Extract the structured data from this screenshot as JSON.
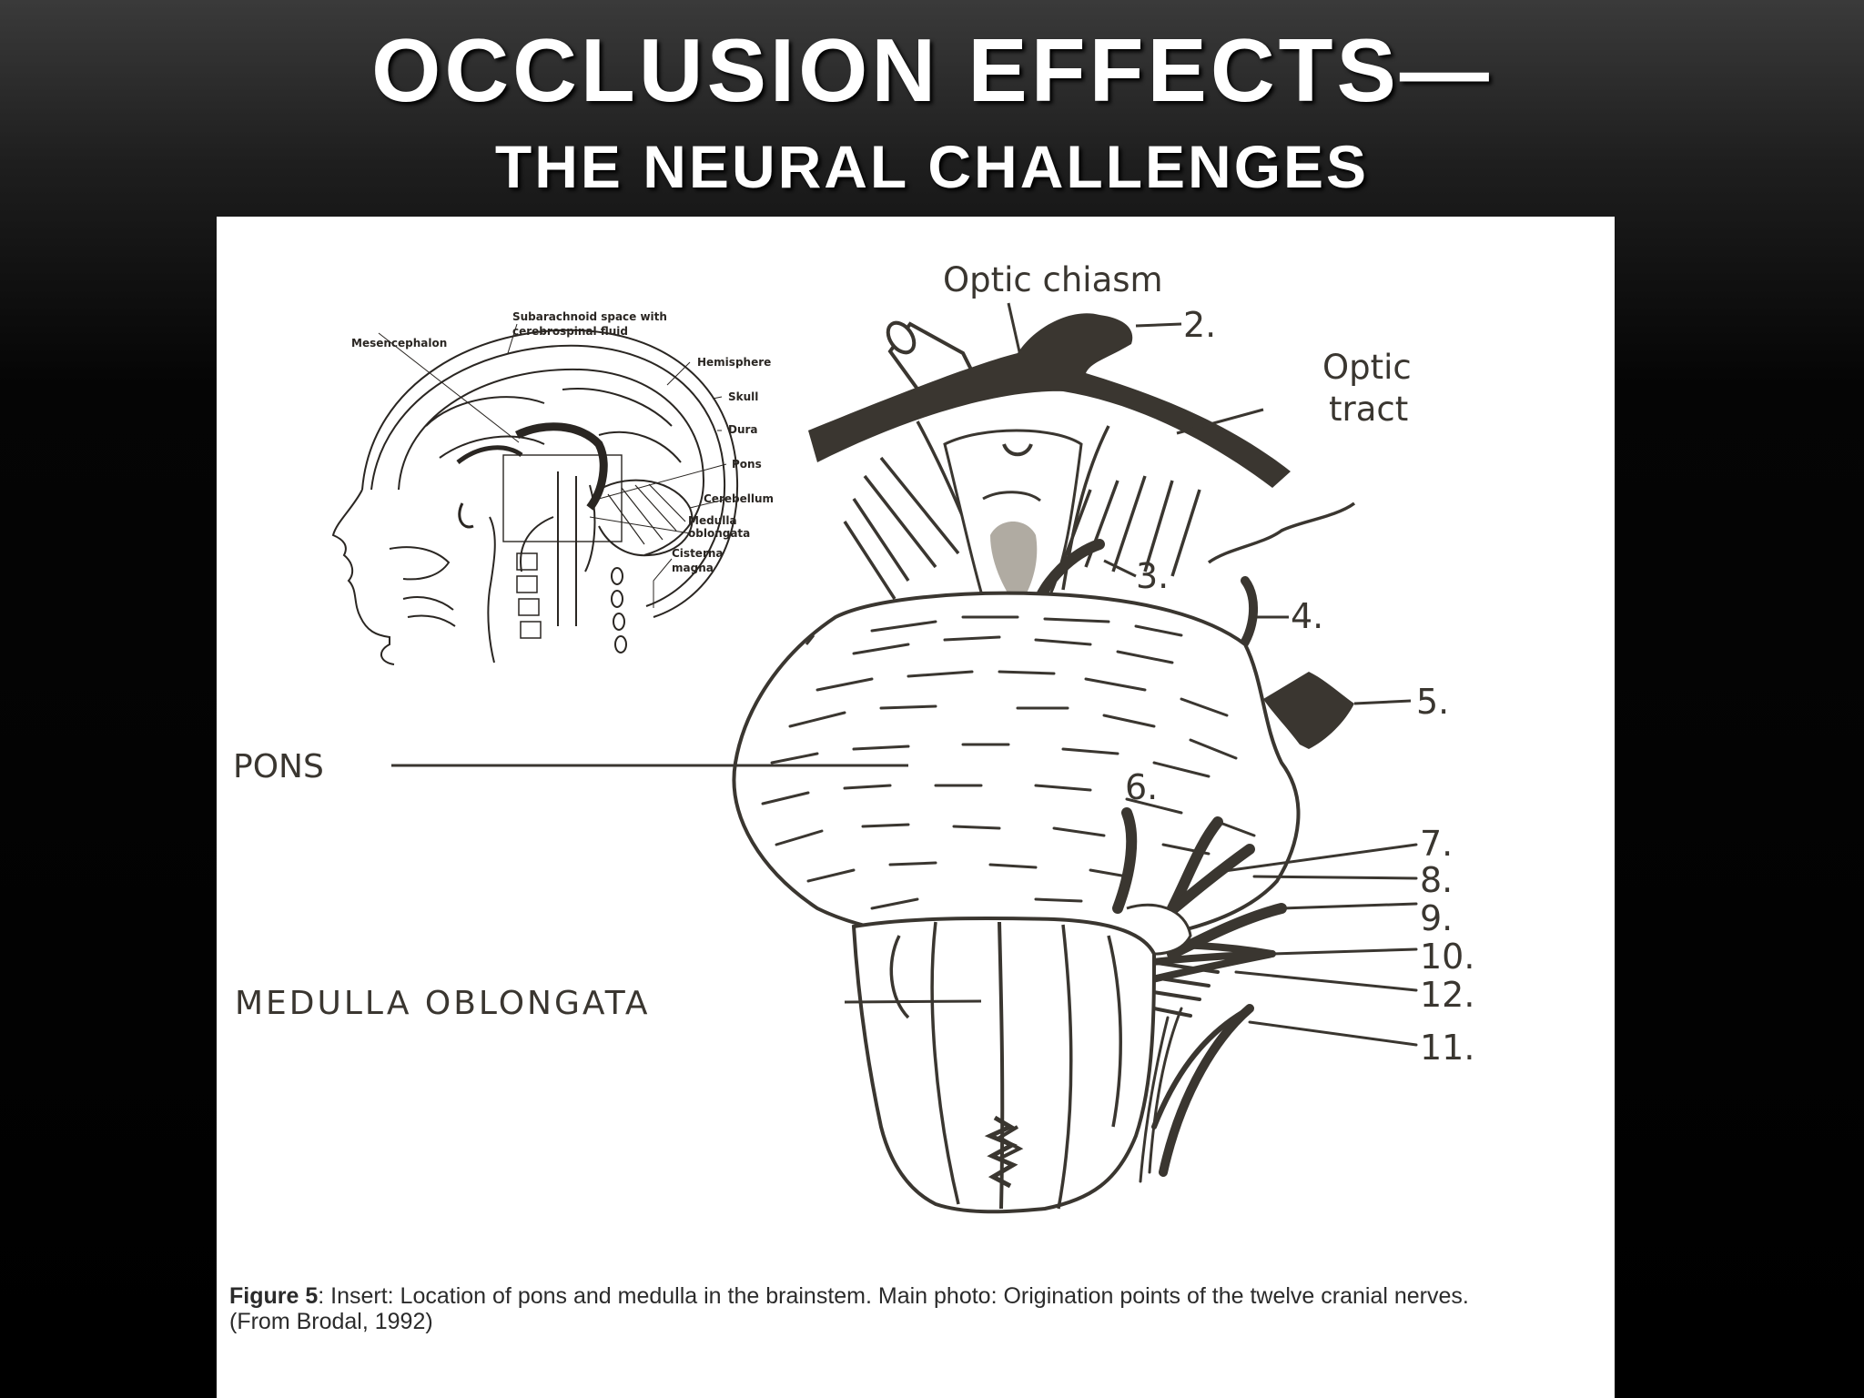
{
  "slide": {
    "title": "OCCLUSION EFFECTS—",
    "subtitle": "THE NEURAL CHALLENGES"
  },
  "figure": {
    "labels": {
      "optic_chiasm": "Optic chiasm",
      "optic_tract_1": "Optic",
      "optic_tract_2": "tract",
      "pons": "PONS",
      "medulla": "MEDULLA OBLONGATA"
    },
    "nerve_numbers": [
      "2.",
      "3.",
      "4.",
      "5.",
      "6.",
      "7.",
      "8.",
      "9.",
      "10.",
      "12.",
      "11."
    ],
    "insert_labels": {
      "subarachnoid_1": "Subarachnoid space with",
      "subarachnoid_2": "cerebrospinal fluid",
      "mesencephalon": "Mesencephalon",
      "hemisphere": "Hemisphere",
      "skull": "Skull",
      "dura": "Dura",
      "pons": "Pons",
      "cerebellum": "Cerebellum",
      "medulla_1": "Medulla",
      "medulla_2": "oblongata",
      "cisterna_1": "Cisterna",
      "cisterna_2": "magna"
    },
    "caption": {
      "prefix": "Figure 5",
      "text": ": Insert: Location of pons and medulla in the brainstem. Main photo: Origination points of the twelve cranial nerves. (From Brodal, 1992)"
    }
  },
  "colors": {
    "ink": "#3a3630",
    "panel": "#ffffff",
    "title": "#ffffff"
  }
}
